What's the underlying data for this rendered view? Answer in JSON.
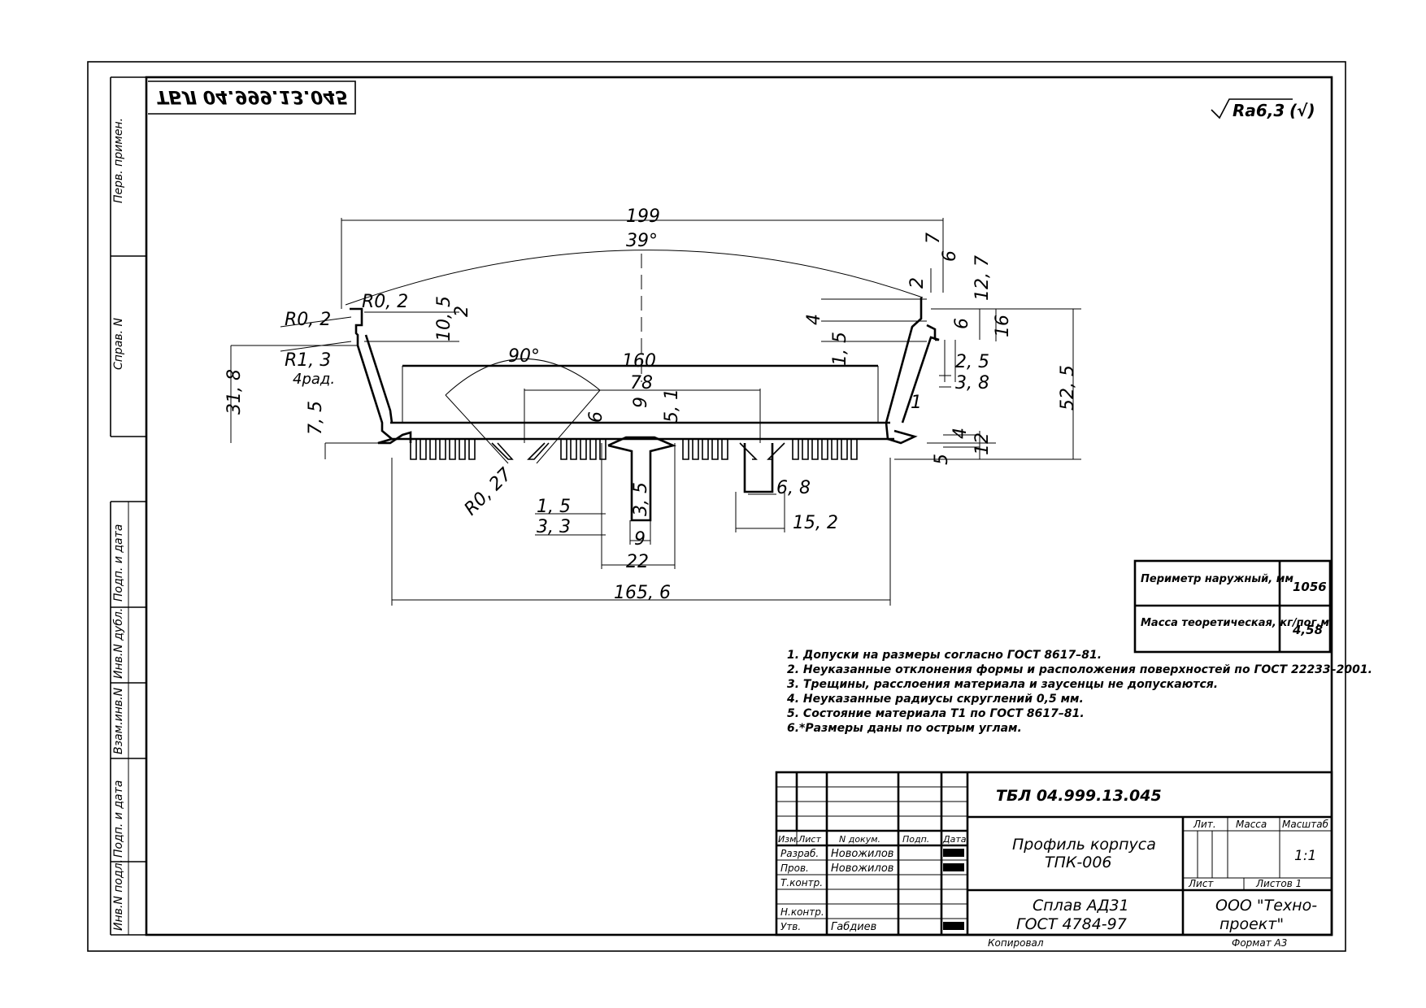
{
  "sheet_code": "ТБЛ 04.999.13.045",
  "roughness": "Ra6,3",
  "side_stamps": [
    "Перв. примен.",
    "Справ. N",
    "Подп. и дата",
    "Инв.N дубл.",
    "Взам.инв.N",
    "Подп. и дата",
    "Инв.N подл."
  ],
  "dimensions": {
    "d199": "199",
    "d39": "39°",
    "d160": "160",
    "d78": "78",
    "d90": "90°",
    "dR02a": "R0, 2",
    "dR02b": "R0, 2",
    "dR13": "R1, 3",
    "d4rad": "4рад.",
    "d318": "31, 8",
    "d75": "7, 5",
    "d105": "10, 5",
    "d2a": "2",
    "dR027": "R0, 27",
    "d15a": "1, 5",
    "d33": "3, 3",
    "d35": "3, 5",
    "d9a": "9",
    "d9b": "9",
    "d22": "22",
    "d51": "5, 1",
    "d6a": "6",
    "d68": "6, 8",
    "d152": "15, 2",
    "d1656": "165, 6",
    "d7": "7",
    "d6b": "6",
    "d2b": "2",
    "d127": "12, 7",
    "d4a": "4",
    "d15b": "1, 5",
    "d6c": "6",
    "d16": "16",
    "d25": "2, 5",
    "d38": "3, 8",
    "d1": "1",
    "d525": "52, 5",
    "d4b": "4",
    "d12": "12",
    "d5": "5"
  },
  "props_table": [
    {
      "label": "Периметр наружный, мм",
      "value": "1056"
    },
    {
      "label": "Масса теоретическая, кг/пог.м.",
      "value": "4,58"
    }
  ],
  "notes": [
    "1. Допуски на размеры согласно ГОСТ 8617–81.",
    "2. Неуказанные отклонения формы и расположения поверхностей по ГОСТ 22233–2001.",
    "3. Трещины, расслоения материала и заусенцы не допускаются.",
    "4. Неуказанные радиусы скруглений 0,5 мм.",
    "5. Состояние материала Т1 по ГОСТ 8617–81.",
    "6.*Размеры даны по острым углам."
  ],
  "title_block": {
    "designation": "ТБЛ 04.999.13.045",
    "name_line1": "Профиль корпуса",
    "name_line2": "ТПК-006",
    "material_line1": "Сплав АД31",
    "material_line2": "ГОСТ 4784-97",
    "company_line1": "ООО \"Техно-",
    "company_line2": "проект\"",
    "lit_label": "Лит.",
    "mass_label": "Масса",
    "scale_label": "Масштаб",
    "scale_value": "1:1",
    "sheet_label": "Лист",
    "sheets_label": "Листов  1",
    "copied_label": "Копировал",
    "format_label": "Формат А3",
    "col_headers": [
      "Изм.",
      "Лист",
      "N докум.",
      "Подп.",
      "Дата"
    ],
    "roles": [
      "Разраб.",
      "Пров.",
      "Т.контр.",
      "",
      "Н.контр.",
      "Утв."
    ],
    "names": [
      "Новожилов",
      "Новожилов",
      "",
      "",
      "",
      "Габдиев"
    ]
  }
}
